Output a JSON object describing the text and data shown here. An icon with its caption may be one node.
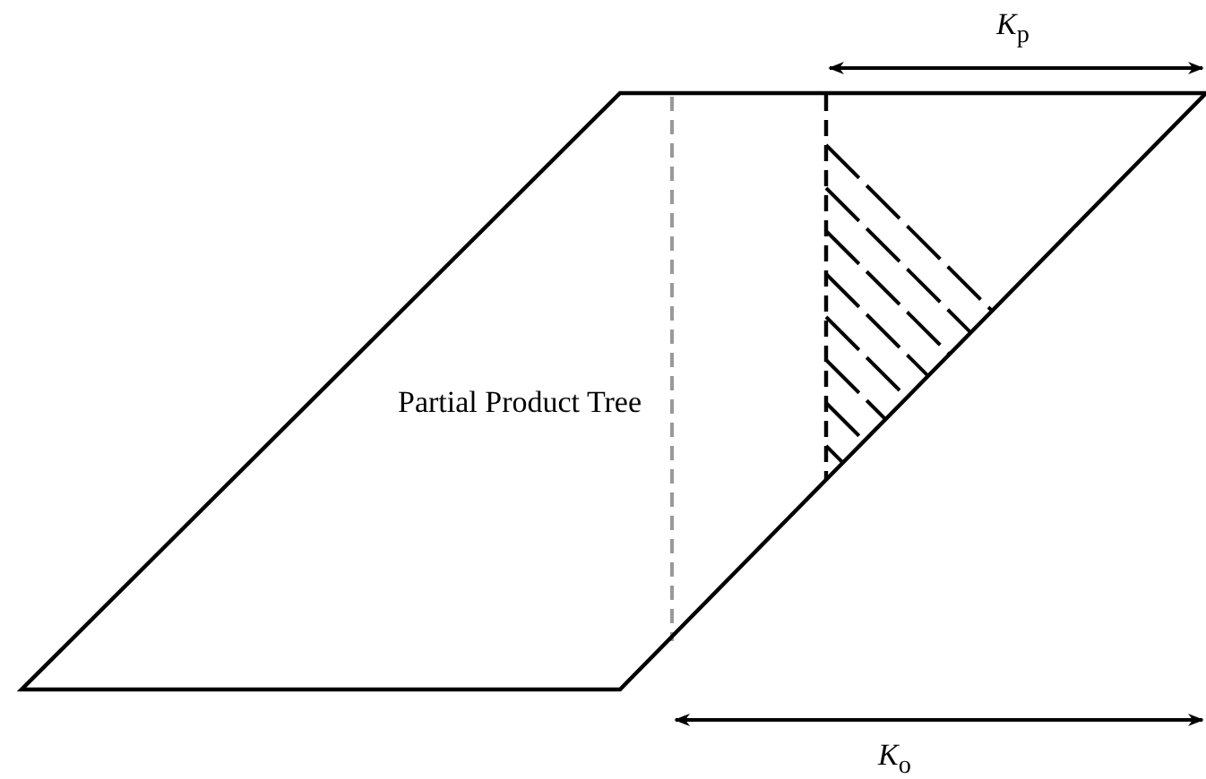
{
  "diagram": {
    "nodes": [
      {
        "text": [
          "Partial Product Tree"
        ]
      }
    ],
    "labels": [
      "*K*$_{p}$",
      "*K*$_{o}$"
    ]
  }
}
